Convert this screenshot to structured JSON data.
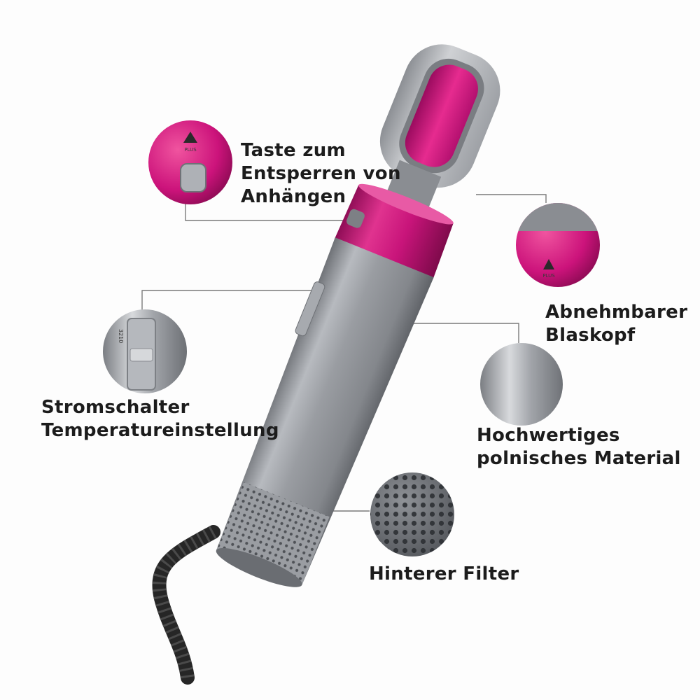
{
  "colors": {
    "accent": "#d4137f",
    "body": "#9b9ea3",
    "cord": "#2a2a2a",
    "leader": "#7a7a7a"
  },
  "labels": {
    "unlock": {
      "line1": "Taste zum",
      "line2": "Entsperren von",
      "line3": "Anhängen"
    },
    "blaskopf": {
      "line1": "Abnehmbarer",
      "line2": "Blaskopf"
    },
    "switch": {
      "line1": "Stromschalter",
      "line2": "Temperatureinstellung"
    },
    "material": {
      "line1": "Hochwertiges",
      "line2": "polnisches Material"
    },
    "filter": {
      "line1": "Hinterer Filter"
    }
  },
  "device_text": {
    "plus": "PLUS",
    "switch_steps": "3210"
  },
  "icons": {
    "unlock_callout": "unlock-button-closeup",
    "head_callout": "detachable-head-closeup",
    "switch_callout": "power-switch-closeup",
    "material_callout": "material-closeup",
    "filter_callout": "filter-mesh-closeup"
  }
}
